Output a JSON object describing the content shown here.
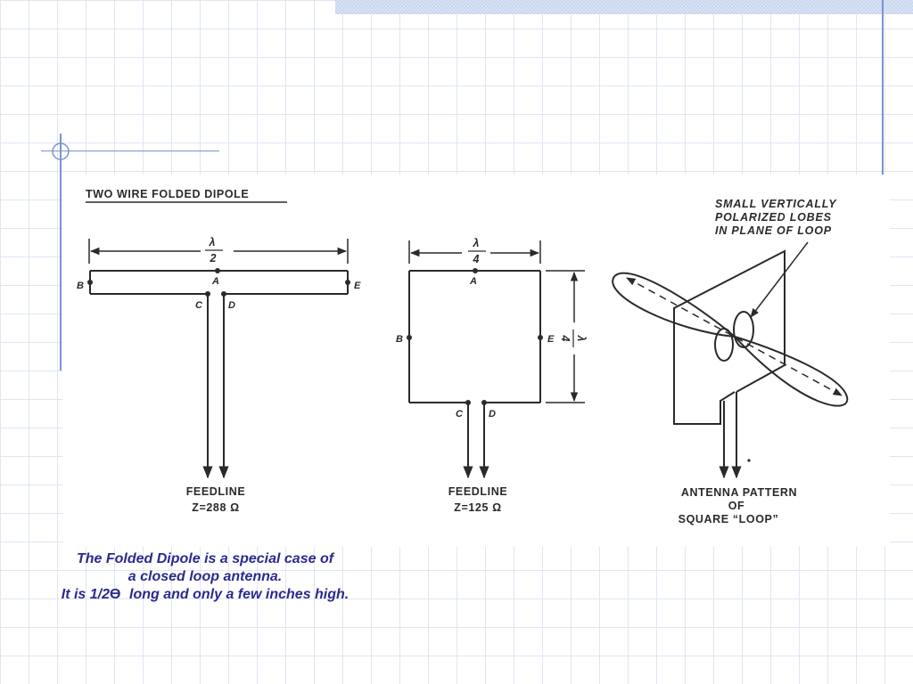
{
  "slide": {
    "caption": {
      "line1": "The Folded Dipole is a special case of",
      "line2": "a closed loop antenna.",
      "line3_prefix": "It is 1/2",
      "line3_suffix": "long and only a few inches high."
    }
  },
  "figure1": {
    "title": "TWO WIRE FOLDED DIPOLE",
    "dimension_numerator": "λ",
    "dimension_denominator": "2",
    "points": [
      "A",
      "B",
      "C",
      "D",
      "E"
    ],
    "feed_label": "FEEDLINE",
    "impedance": "Z=288 Ω"
  },
  "figure2": {
    "width_numerator": "λ",
    "width_denominator": "4",
    "height_numerator": "λ",
    "height_denominator": "4",
    "points": [
      "A",
      "B",
      "C",
      "D",
      "E"
    ],
    "feed_label": "FEEDLINE",
    "impedance": "Z=125 Ω"
  },
  "figure3": {
    "callout_line1": "SMALL VERTICALLY",
    "callout_line2": "POLARIZED LOBES",
    "callout_line3": "IN PLANE OF LOOP",
    "label_line1": "ANTENNA PATTERN",
    "label_line2": "OF",
    "label_line3": "SQUARE “LOOP”"
  }
}
